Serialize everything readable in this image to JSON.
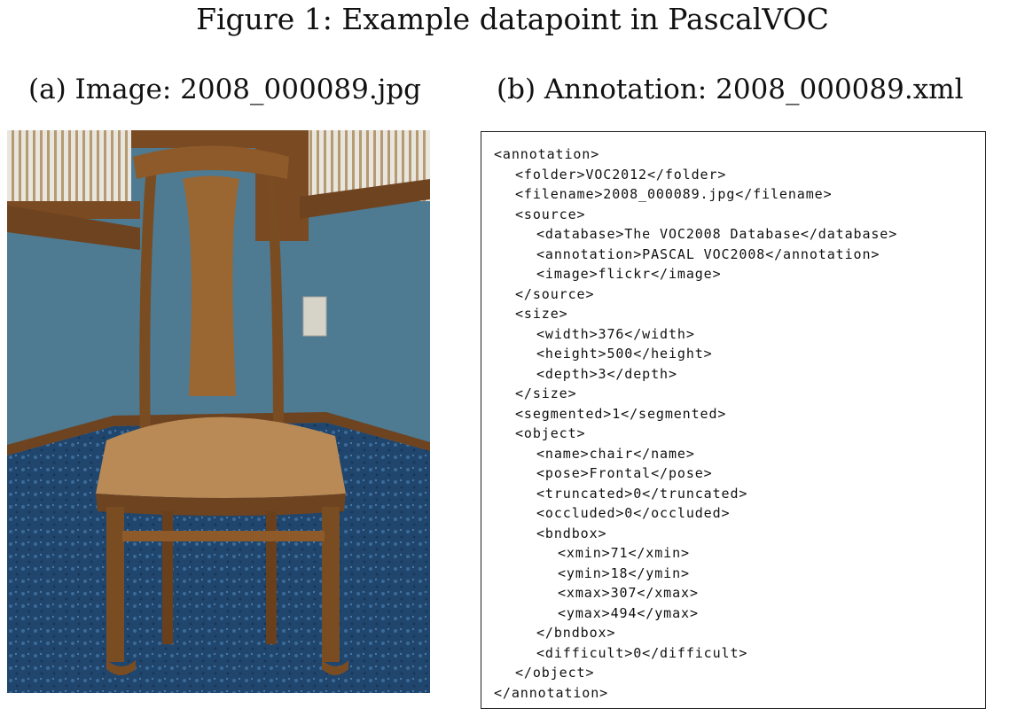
{
  "figure": {
    "title": "Figure 1: Example datapoint in PascalVOC",
    "caption_a": "(a) Image: 2008_000089.jpg",
    "caption_b": "(b) Annotation: 2008_000089.xml"
  },
  "xml_lines": [
    {
      "indent": 0,
      "text": "<annotation>"
    },
    {
      "indent": 1,
      "text": "<folder>VOC2012</folder>"
    },
    {
      "indent": 1,
      "text": "<filename>2008_000089.jpg</filename>"
    },
    {
      "indent": 1,
      "text": "<source>"
    },
    {
      "indent": 2,
      "text": "<database>The VOC2008 Database</database>"
    },
    {
      "indent": 2,
      "text": "<annotation>PASCAL VOC2008</annotation>"
    },
    {
      "indent": 2,
      "text": "<image>flickr</image>"
    },
    {
      "indent": 1,
      "text": "</source>"
    },
    {
      "indent": 1,
      "text": "<size>"
    },
    {
      "indent": 2,
      "text": "<width>376</width>"
    },
    {
      "indent": 2,
      "text": "<height>500</height>"
    },
    {
      "indent": 2,
      "text": "<depth>3</depth>"
    },
    {
      "indent": 1,
      "text": "</size>"
    },
    {
      "indent": 1,
      "text": "<segmented>1</segmented>"
    },
    {
      "indent": 1,
      "text": "<object>"
    },
    {
      "indent": 2,
      "text": "<name>chair</name>"
    },
    {
      "indent": 2,
      "text": "<pose>Frontal</pose>"
    },
    {
      "indent": 2,
      "text": "<truncated>0</truncated>"
    },
    {
      "indent": 2,
      "text": "<occluded>0</occluded>"
    },
    {
      "indent": 2,
      "text": "<bndbox>"
    },
    {
      "indent": 3,
      "text": "<xmin>71</xmin>"
    },
    {
      "indent": 3,
      "text": "<ymin>18</ymin>"
    },
    {
      "indent": 3,
      "text": "<xmax>307</xmax>"
    },
    {
      "indent": 3,
      "text": "<ymax>494</ymax>"
    },
    {
      "indent": 2,
      "text": "</bndbox>"
    },
    {
      "indent": 2,
      "text": "<difficult>0</difficult>"
    },
    {
      "indent": 1,
      "text": "</object>"
    },
    {
      "indent": 0,
      "text": "</annotation>"
    }
  ],
  "colors": {
    "wall": "#4e7a92",
    "wood": "#8a5a2a",
    "carpet": "#20466e"
  }
}
